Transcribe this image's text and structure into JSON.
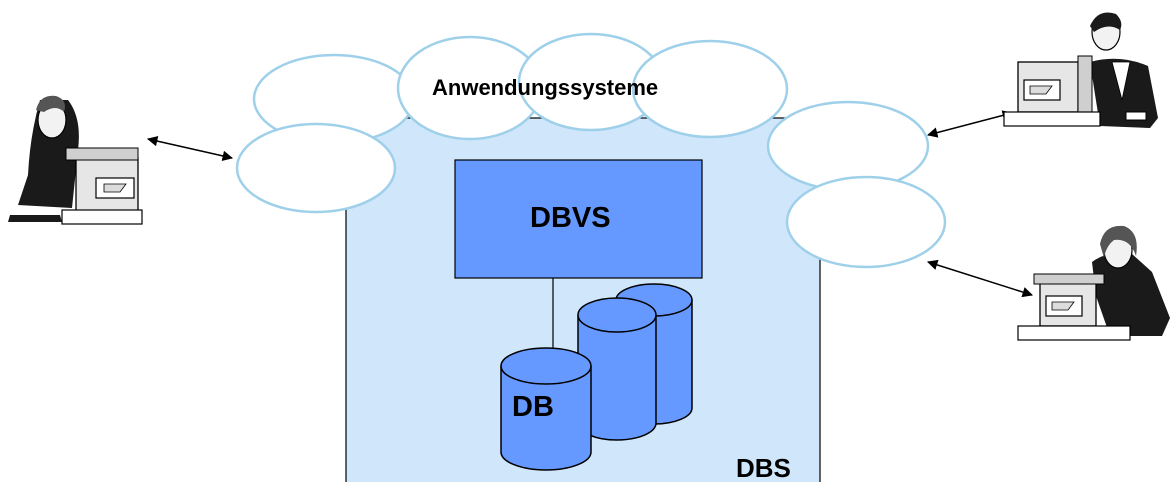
{
  "diagram": {
    "application_systems_label": "Anwendungssysteme",
    "dbvs_label": "DBVS",
    "db_label": "DB",
    "dbs_label": "DBS"
  },
  "colors": {
    "dbs_fill": "#cfe6fb",
    "dbvs_fill": "#6699ff",
    "cylinder_fill": "#6699ff",
    "cloud_stroke": "#9fd0ea",
    "outline": "#000000"
  },
  "icons": [
    "user-workstation-icon",
    "database-cylinder-icon",
    "double-arrow-icon"
  ]
}
